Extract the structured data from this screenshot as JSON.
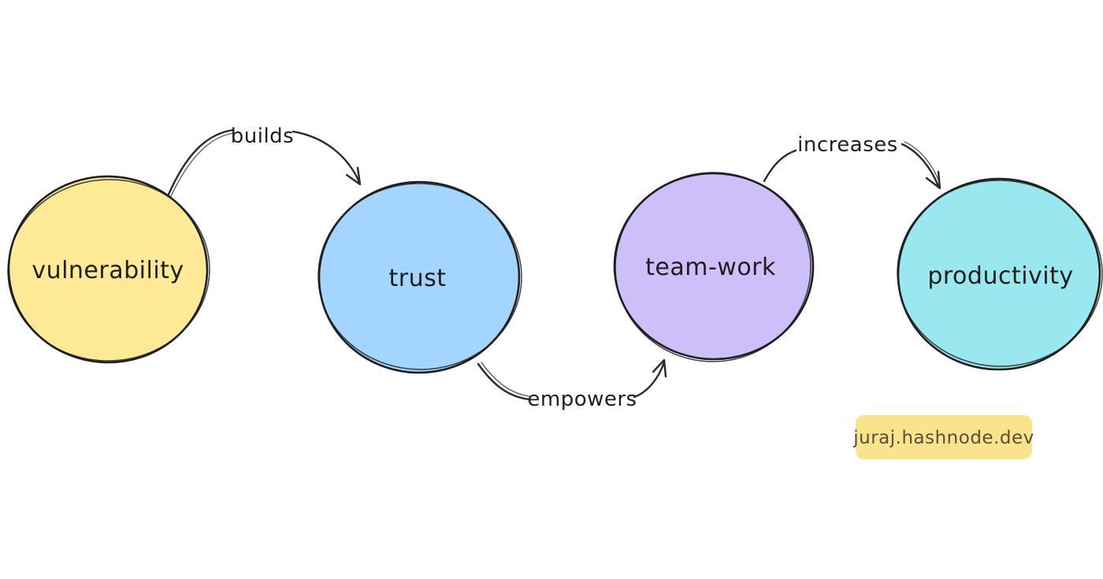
{
  "diagram": {
    "background": "#ffffff",
    "stroke_color": "#1e1e1e",
    "nodes": [
      {
        "id": "vulnerability",
        "label": "vulnerability",
        "color": "#FDE996"
      },
      {
        "id": "trust",
        "label": "trust",
        "color": "#A3D5FF"
      },
      {
        "id": "team-work",
        "label": "team-work",
        "color": "#CDC0FA"
      },
      {
        "id": "productivity",
        "label": "productivity",
        "color": "#99E7EF"
      }
    ],
    "edges": [
      {
        "from": "vulnerability",
        "to": "trust",
        "label": "builds"
      },
      {
        "from": "trust",
        "to": "team-work",
        "label": "empowers"
      },
      {
        "from": "team-work",
        "to": "productivity",
        "label": "increases"
      }
    ],
    "watermark": {
      "text": "juraj.hashnode.dev",
      "bg_color": "#FAE38A",
      "text_color": "#55503C"
    }
  }
}
